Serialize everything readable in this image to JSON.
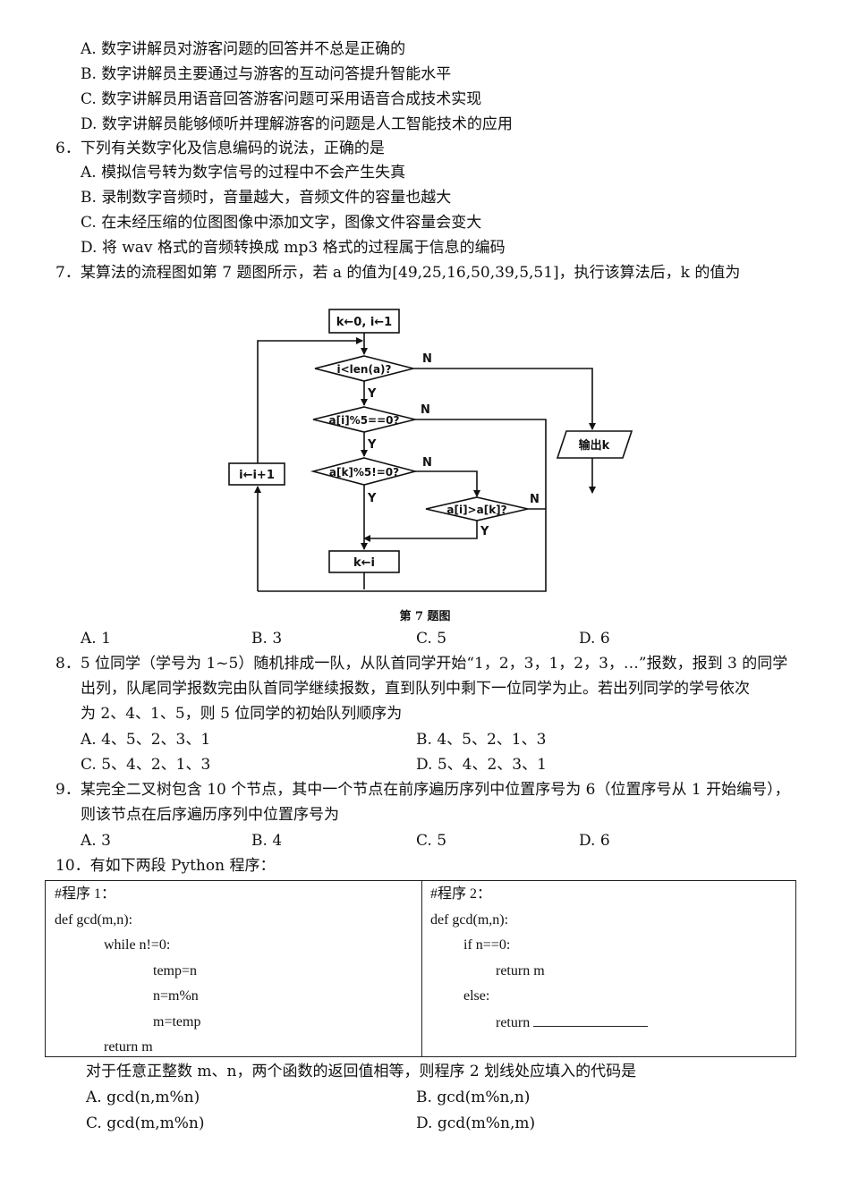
{
  "q5_options": [
    {
      "letter": "A.",
      "text": "数字讲解员对游客问题的回答并不总是正确的"
    },
    {
      "letter": "B.",
      "text": "数字讲解员主要通过与游客的互动问答提升智能水平"
    },
    {
      "letter": "C.",
      "text": "数字讲解员用语音回答游客问题可采用语音合成技术实现"
    },
    {
      "letter": "D.",
      "text": "数字讲解员能够倾听并理解游客的问题是人工智能技术的应用"
    }
  ],
  "q6": {
    "stem": "6．下列有关数字化及信息编码的说法，正确的是",
    "options": [
      {
        "letter": "A.",
        "text": "模拟信号转为数字信号的过程中不会产生失真"
      },
      {
        "letter": "B.",
        "text": "录制数字音频时，音量越大，音频文件的容量也越大"
      },
      {
        "letter": "C.",
        "text": "在未经压缩的位图图像中添加文字，图像文件容量会变大"
      },
      {
        "letter": "D.",
        "text": "将 wav 格式的音频转换成 mp3 格式的过程属于信息的编码"
      }
    ]
  },
  "q7": {
    "stem": "7．某算法的流程图如第 7 题图所示，若 a 的值为[49,25,16,50,39,5,51]，执行该算法后，k 的值为",
    "flowchart": {
      "init": "k←0, i←1",
      "cond1": "i<len(a)?",
      "cond2": "a[i]%5==0?",
      "cond3": "a[k]%5!=0?",
      "cond4": "a[i]>a[k]?",
      "assign_k": "k←i",
      "increment": "i←i+1",
      "output": "输出k",
      "yes": "Y",
      "no": "N"
    },
    "caption": "第 7 题图",
    "options": [
      {
        "letter": "A.",
        "text": "1"
      },
      {
        "letter": "B.",
        "text": "3"
      },
      {
        "letter": "C.",
        "text": "5"
      },
      {
        "letter": "D.",
        "text": "6"
      }
    ]
  },
  "q8": {
    "line1": "8．5 位同学（学号为 1~5）随机排成一队，从队首同学开始“1，2，3，1，2，3，…”报数，报到 3 的同学",
    "line2": "出列，队尾同学报数完由队首同学继续报数，直到队列中剩下一位同学为止。若出列同学的学号依次",
    "line3": "为 2、4、1、5，则 5 位同学的初始队列顺序为",
    "options": [
      {
        "letter": "A.",
        "text": "4、5、2、3、1"
      },
      {
        "letter": "B.",
        "text": "4、5、2、1、3"
      },
      {
        "letter": "C.",
        "text": "5、4、2、1、3"
      },
      {
        "letter": "D.",
        "text": "5、4、2、3、1"
      }
    ]
  },
  "q9": {
    "line1": "9．某完全二叉树包含 10 个节点，其中一个节点在前序遍历序列中位置序号为 6（位置序号从 1 开始编号），",
    "line2": "则该节点在后序遍历序列中位置序号为",
    "options": [
      {
        "letter": "A.",
        "text": "3"
      },
      {
        "letter": "B.",
        "text": "4"
      },
      {
        "letter": "C.",
        "text": "5"
      },
      {
        "letter": "D.",
        "text": "6"
      }
    ]
  },
  "q10": {
    "stem": "10．有如下两段 Python 程序：",
    "program1": [
      "#程序 1：",
      "def gcd(m,n):",
      "while n!=0:",
      "temp=n",
      "n=m%n",
      "m=temp",
      "return m"
    ],
    "program2": [
      "#程序 2：",
      "def gcd(m,n):",
      "if n==0:",
      "return m",
      "else:",
      "return"
    ],
    "question": "对于任意正整数 m、n，两个函数的返回值相等，则程序 2 划线处应填入的代码是",
    "options": [
      {
        "letter": "A.",
        "text": "gcd(n,m%n)"
      },
      {
        "letter": "B.",
        "text": "gcd(m%n,n)"
      },
      {
        "letter": "C.",
        "text": "gcd(m,m%n)"
      },
      {
        "letter": "D.",
        "text": "gcd(m%n,m)"
      }
    ]
  }
}
